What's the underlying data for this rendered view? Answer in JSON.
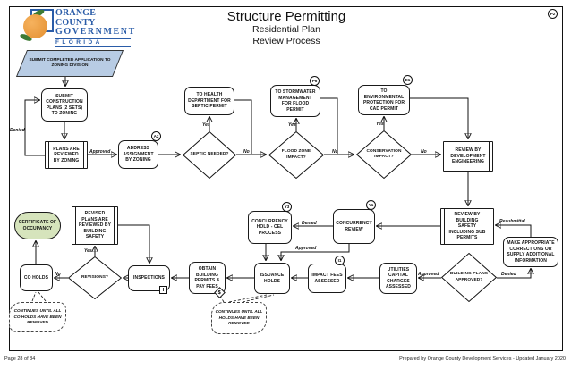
{
  "header": {
    "title": "Structure Permitting",
    "subtitle_line1": "Residential Plan",
    "subtitle_line2": "Review Process"
  },
  "logo": {
    "line1": "Orange County",
    "line2": "Government",
    "line3": "FLORIDA"
  },
  "footer": {
    "left": "Page 28 of 84",
    "right": "Prepared by Orange County Development Services - Updated January 2020"
  },
  "markers": {
    "p2": "P2",
    "a2": "A2",
    "p6": "P6",
    "e1": "E1",
    "y3": "Y3",
    "y1": "Y1",
    "i1": "I1",
    "inspection_flag": "I",
    "fee_flag": "$"
  },
  "nodes": {
    "submit_app": {
      "label": "SUBMIT COMPLETED APPLICATION TO ZONING DIVISION"
    },
    "submit_plans": {
      "label": "SUBMIT CONSTRUCTION PLANS (2 SETS) TO ZONING"
    },
    "health": {
      "label": "TO HEALTH DEPARTMENT FOR SEPTIC PERMIT"
    },
    "stormwater": {
      "label": "TO STORMWATER MANAGEMENT FOR FLOOD PERMIT"
    },
    "environmental": {
      "label": "TO ENVIRONMENTAL PROTECTION FOR CAD PERMIT"
    },
    "plans_reviewed": {
      "label": "PLANS ARE REVIEWED BY ZONING"
    },
    "address": {
      "label": "ADDRESS ASSIGNMENT BY ZONING"
    },
    "septic": {
      "label": "SEPTIC NEEDED?"
    },
    "flood": {
      "label": "FLOOD ZONE IMPACT?"
    },
    "conservation": {
      "label": "CONSERVATION IMPACT?"
    },
    "dev_eng": {
      "label": "REVIEW BY DEVELOPMENT ENGINEERING"
    },
    "revised_plans": {
      "label": "REVISED PLANS ARE REVIEWED BY BUILDING SAFETY"
    },
    "certificate": {
      "label": "CERTIFICATE OF OCCUPANCY"
    },
    "conc_hold": {
      "label": "CONCURRENCY HOLD - CEL PROCESS"
    },
    "conc_review": {
      "label": "CONCURRENCY REVIEW"
    },
    "building_safety": {
      "label": "REVIEW BY BUILDING SAFETY INCLUDING SUB PERMITS"
    },
    "corrections": {
      "label": "MAKE APPROPRIATE CORRECTIONS OR SUPPLY ADDITIONAL INFORMATION"
    },
    "co_holds": {
      "label": "CO HOLDS"
    },
    "revisions": {
      "label": "REVISIONS?"
    },
    "inspections": {
      "label": "INSPECTIONS"
    },
    "obtain_permits": {
      "label": "OBTAIN BUILDING PERMITS & PAY FEES"
    },
    "issuance_holds": {
      "label": "ISSUANCE HOLDS"
    },
    "impact_fees": {
      "label": "IMPACT FEES ASSESSED"
    },
    "utilities": {
      "label": "UTILITIES CAPITAL CHARGES ASSESSED"
    },
    "plans_approved": {
      "label": "BUILDING PLANS APPROVED?"
    }
  },
  "edge_labels": {
    "denied_zoning": "Denied",
    "approved_zoning": "Approved",
    "yes_septic": "Yes",
    "no_septic": "No",
    "yes_flood": "Yes",
    "no_flood": "No",
    "yes_conservation": "Yes",
    "no_conservation": "No",
    "denied_concurrency": "Denied",
    "approved_concurrency": "Approved",
    "resubmittal": "Resubmittal",
    "approved_building": "Approved",
    "denied_building": "Denied",
    "no_revisions": "No",
    "yes_revisions": "Yes"
  },
  "notes": {
    "co_holds": "CONTINUES UNTIL ALL CO HOLDS HAVE BEEN REMOVED",
    "issuance_holds": "CONTINUES UNTIL ALL HOLDS HAVE BEEN REMOVED"
  },
  "colors": {
    "start_fill": "#b8cce4",
    "end_fill": "#d6e4bc",
    "logo_blue": "#2a5ca8",
    "logo_orange": "#e89b3c"
  }
}
